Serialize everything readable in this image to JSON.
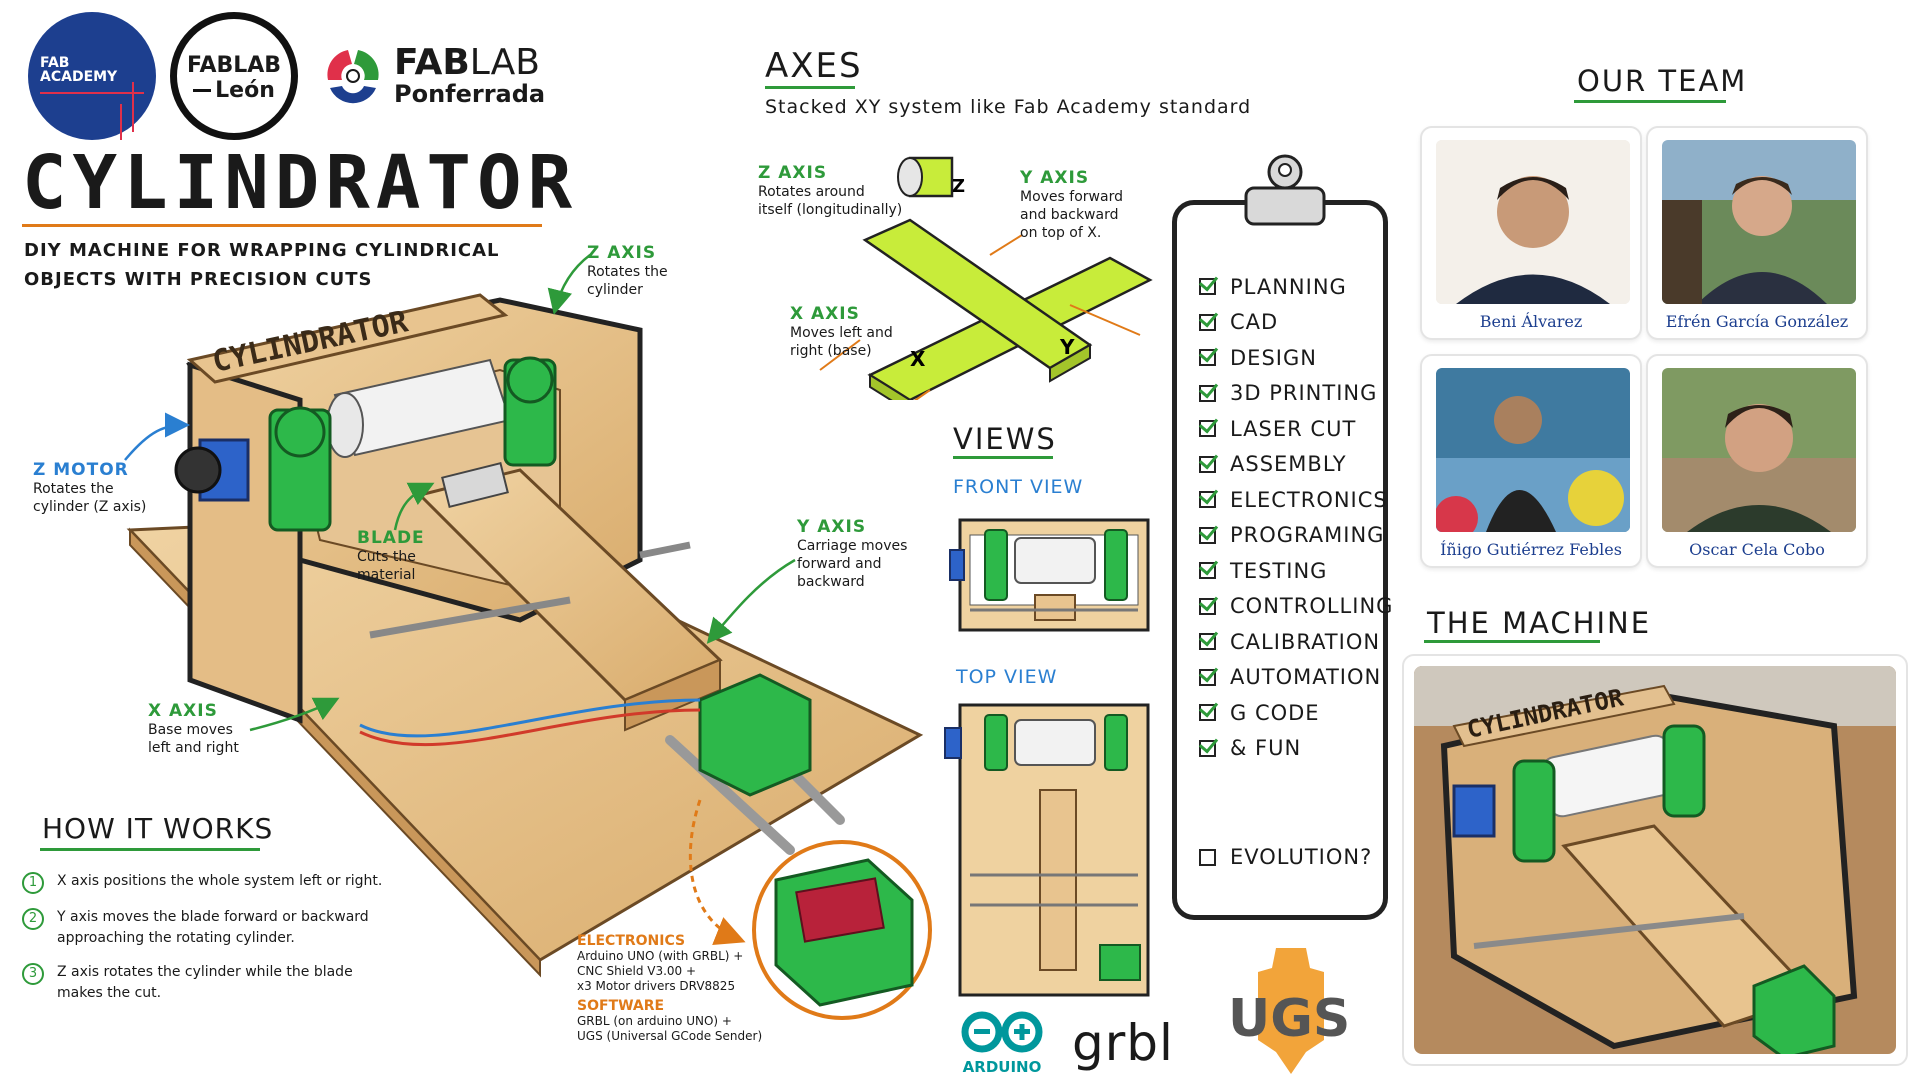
{
  "logos": {
    "fab_academy": [
      "FAB",
      "ACADEMY"
    ],
    "fablab_leon": [
      "FABLAB",
      "León"
    ],
    "fablab_ponferrada": {
      "bold": "FAB",
      "light": "LAB",
      "city": "Ponferrada"
    }
  },
  "title": "CYLINDRATOR",
  "subtitle": [
    "DIY MACHINE FOR WRAPPING CYLINDRICAL",
    "OBJECTS WITH PRECISION CUTS"
  ],
  "machine_sign": "CYLINDRATOR",
  "callouts": {
    "z_axis": {
      "title": "Z AXIS",
      "desc": [
        "Rotates the",
        "cylinder"
      ]
    },
    "z_motor": {
      "title": "Z MOTOR",
      "desc": [
        "Rotates the",
        "cylinder (Z axis)"
      ]
    },
    "blade": {
      "title": "BLADE",
      "desc": [
        "Cuts the",
        "material"
      ]
    },
    "y_axis": {
      "title": "Y AXIS",
      "desc": [
        "Carriage moves",
        "forward and",
        "backward"
      ]
    },
    "x_axis": {
      "title": "X AXIS",
      "desc": [
        "Base moves",
        "left and right"
      ]
    }
  },
  "how_it_works": {
    "title": "HOW IT WORKS",
    "steps": [
      {
        "num": "1",
        "lines": [
          "X axis positions the whole system left or right."
        ]
      },
      {
        "num": "2",
        "lines": [
          "Y axis moves the blade forward or backward",
          "approaching the rotating cylinder."
        ]
      },
      {
        "num": "3",
        "lines": [
          "Z axis rotates the cylinder while the blade",
          "makes the cut."
        ]
      }
    ]
  },
  "electronics": {
    "h1": "ELECTRONICS",
    "lines1": [
      "Arduino UNO (with GRBL) +",
      "CNC Shield V3.00 +",
      "x3 Motor drivers DRV8825"
    ],
    "h2": "SOFTWARE",
    "lines2": [
      "GRBL (on arduino UNO) +",
      "UGS (Universal GCode Sender)"
    ]
  },
  "axes": {
    "title": "AXES",
    "subtitle": "Stacked XY system like Fab Academy standard",
    "z": {
      "title": "Z AXIS",
      "desc": [
        "Rotates around",
        "itself (longitudinally)"
      ],
      "mark": "Z"
    },
    "y": {
      "title": "Y AXIS",
      "desc": [
        "Moves forward",
        "and backward",
        "on top of X."
      ],
      "mark": "Y"
    },
    "x": {
      "title": "X AXIS",
      "desc": [
        "Moves left and",
        "right (base)"
      ],
      "mark": "X"
    }
  },
  "views": {
    "title": "VIEWS",
    "front": "FRONT VIEW",
    "top": "TOP VIEW"
  },
  "checklist": {
    "items": [
      "PLANNING",
      "CAD",
      "DESIGN",
      "3D PRINTING",
      "LASER CUT",
      "ASSEMBLY",
      "ELECTRONICS",
      "PROGRAMING",
      "TESTING",
      "CONTROLLING",
      "CALIBRATION",
      "AUTOMATION",
      "G CODE",
      "& FUN"
    ],
    "pending": "EVOLUTION?"
  },
  "team": {
    "title": "OUR TEAM",
    "members": [
      "Beni Álvarez",
      "Efrén García González",
      "Íñigo Gutiérrez Febles",
      "Oscar Cela Cobo"
    ]
  },
  "machine_section": {
    "title": "THE MACHINE",
    "sign": "CYLINDRATOR"
  },
  "software_logos": {
    "arduino": "ARDUINO",
    "grbl": "grbl",
    "ugs": "UGS"
  },
  "colors": {
    "accent_green": "#2e9a3a",
    "accent_blue": "#2a7fd1",
    "accent_orange": "#e07a18",
    "wood": "#e8c48f",
    "part_green": "#2db84a"
  }
}
